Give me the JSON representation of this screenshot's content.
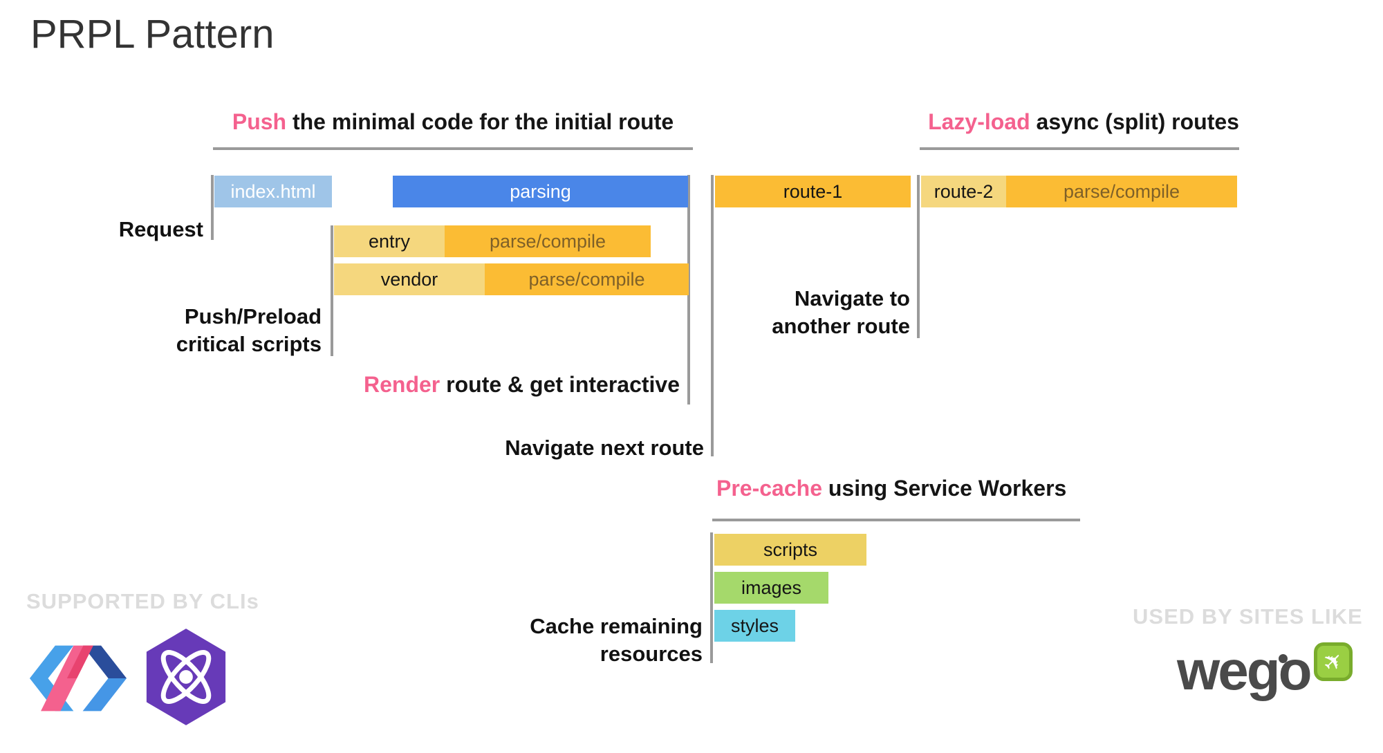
{
  "title": "PRPL Pattern",
  "headers": {
    "push": {
      "highlight": "Push",
      "rest": " the minimal code for the initial route"
    },
    "lazy_load": {
      "highlight": "Lazy-load",
      "rest": " async (split) routes"
    },
    "render": {
      "highlight": "Render",
      "rest": " route & get interactive"
    },
    "pre_cache": {
      "highlight": "Pre-cache",
      "rest": " using Service Workers"
    }
  },
  "labels": {
    "request": "Request",
    "push_preload_1": "Push/Preload",
    "push_preload_2": "critical scripts",
    "navigate_next": "Navigate next route",
    "navigate_another_1": "Navigate to",
    "navigate_another_2": "another route",
    "cache_remaining_1": "Cache remaining",
    "cache_remaining_2": "resources"
  },
  "bars": {
    "index_html": "index.html",
    "parsing": "parsing",
    "entry": "entry",
    "entry_compile": "parse/compile",
    "vendor": "vendor",
    "vendor_compile": "parse/compile",
    "route_1": "route-1",
    "route_2": "route-2",
    "route_2_compile": "parse/compile",
    "scripts": "scripts",
    "images": "images",
    "styles": "styles"
  },
  "footer": {
    "left_caption": "SUPPORTED BY CLIs",
    "right_caption": "USED BY SITES LIKE",
    "wego_text": "wego",
    "wego_plane_icon": "✈"
  },
  "colors": {
    "pink": "#F4618E",
    "blue": "#4A86E8",
    "light_blue": "#9FC5E8",
    "tan": "#F5D77E",
    "orange": "#FBBC34",
    "gold": "#EDD164",
    "green": "#A5D96B",
    "cyan": "#6DD2E7",
    "line_gray": "#9A9A9A",
    "compile_text": "#7E6028",
    "watermark": "#DCDCDC",
    "wego_gray": "#4A4A4A",
    "wego_green": "#8CC63F",
    "preact_purple": "#673AB8"
  }
}
